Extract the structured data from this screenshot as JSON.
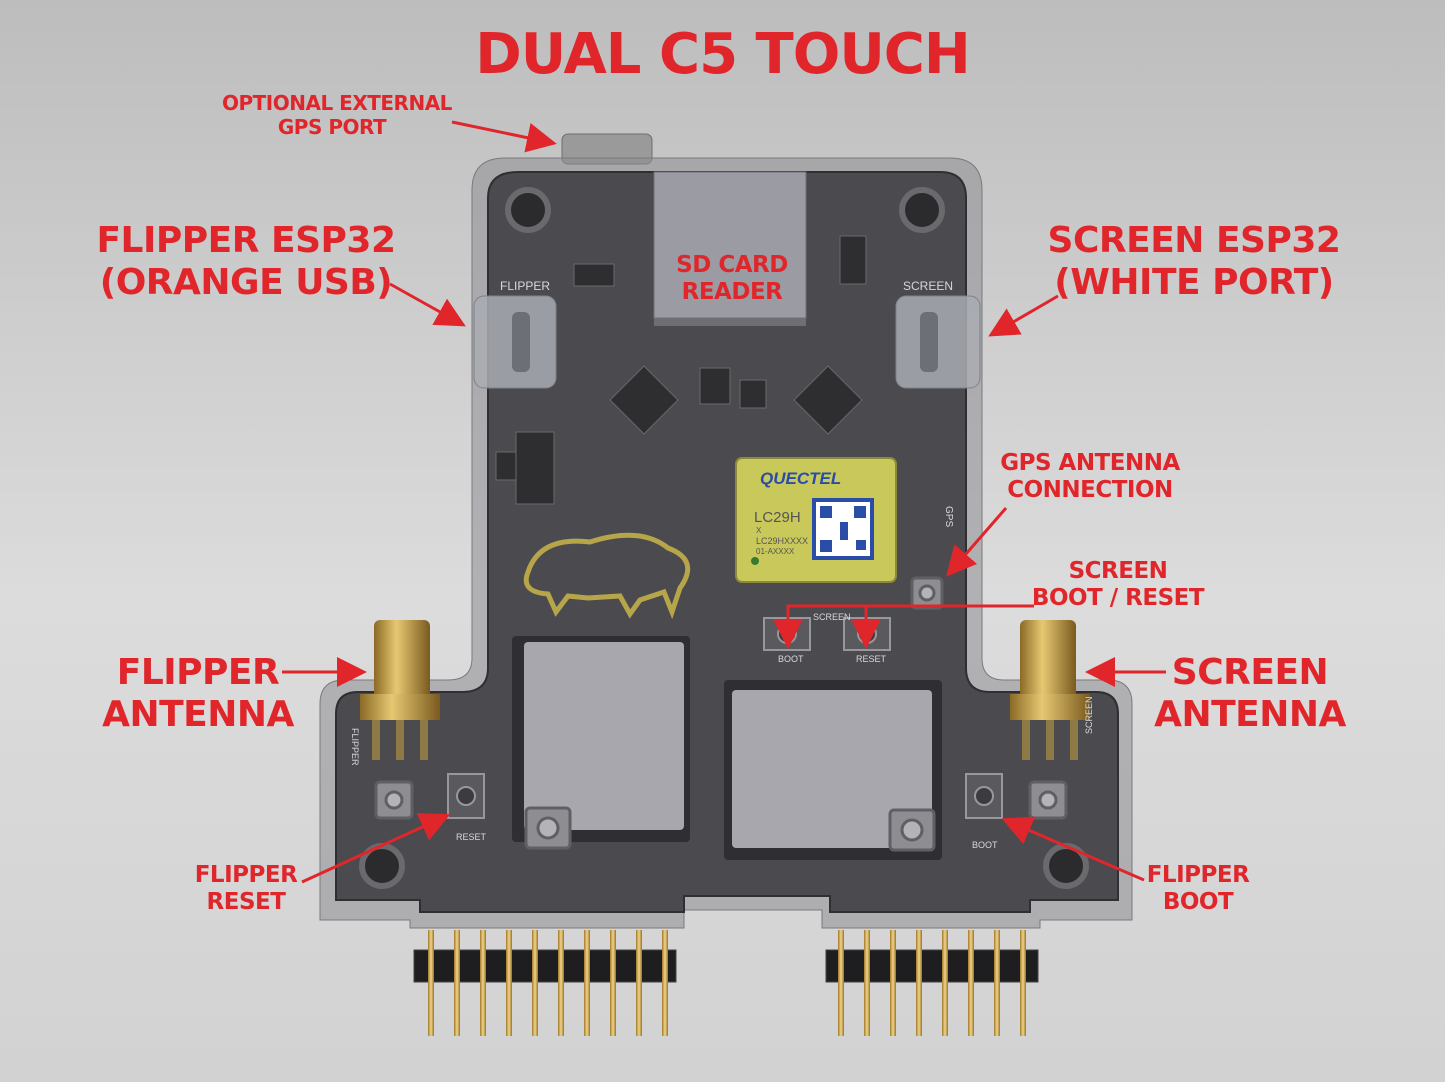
{
  "title": "DUAL C5 TOUCH",
  "labels": {
    "gps_port": [
      "OPTIONAL EXTERNAL",
      "GPS PORT"
    ],
    "flipper_esp32": [
      "FLIPPER ESP32",
      "(ORANGE USB)"
    ],
    "screen_esp32": [
      "SCREEN ESP32",
      "(WHITE PORT)"
    ],
    "sd_card": [
      "SD CARD",
      "READER"
    ],
    "gps_antenna": [
      "GPS ANTENNA",
      "CONNECTION"
    ],
    "screen_boot_reset": [
      "SCREEN",
      "BOOT / RESET"
    ],
    "flipper_antenna": [
      "FLIPPER",
      "ANTENNA"
    ],
    "screen_antenna": [
      "SCREEN",
      "ANTENNA"
    ],
    "flipper_reset": [
      "FLIPPER",
      "RESET"
    ],
    "flipper_boot": [
      "FLIPPER",
      "BOOT"
    ]
  },
  "silkscreen": {
    "flipper": "FLIPPER",
    "screen": "SCREEN",
    "gps": "GPS",
    "reset": "RESET",
    "boot": "BOOT",
    "flipper_side": "FLIPPER",
    "screen_side": "SCREEN"
  },
  "module": {
    "brand": "QUECTEL",
    "model": "LC29H",
    "line1": "X",
    "line2": "LC29HXXXX",
    "line3": "01-AXXXX"
  },
  "colors": {
    "label_red": "#e0262b",
    "pcb": "#4b4b4f",
    "module_yellow": "#c9c85a"
  }
}
